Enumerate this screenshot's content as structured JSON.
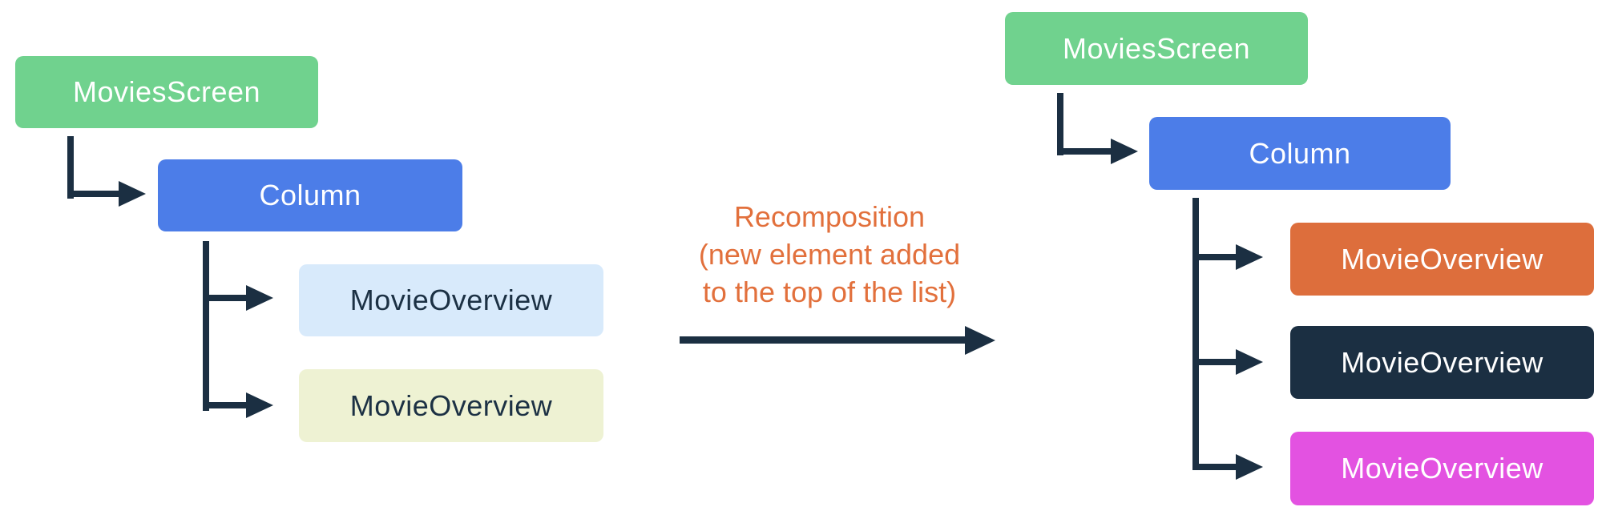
{
  "colors": {
    "green": "#70D28E",
    "blue": "#4C7DE8",
    "light_blue": "#D8EAFB",
    "pale_yellow": "#EEF2D3",
    "orange": "#DD6E3C",
    "dark_navy": "#1B2F42",
    "magenta": "#E352E1",
    "arrow_ink": "#1B2F42",
    "label_orange": "#E2703C",
    "text_on_dark": "#FFFFFF",
    "text_on_light": "#1C3144"
  },
  "before_tree": {
    "root": "MoviesScreen",
    "container": "Column",
    "children": [
      {
        "label": "MovieOverview"
      },
      {
        "label": "MovieOverview"
      }
    ]
  },
  "transition": {
    "line1": "Recomposition",
    "line2": "(new element added",
    "line3": "to the top of the list)"
  },
  "after_tree": {
    "root": "MoviesScreen",
    "container": "Column",
    "children": [
      {
        "label": "MovieOverview"
      },
      {
        "label": "MovieOverview"
      },
      {
        "label": "MovieOverview"
      }
    ]
  }
}
